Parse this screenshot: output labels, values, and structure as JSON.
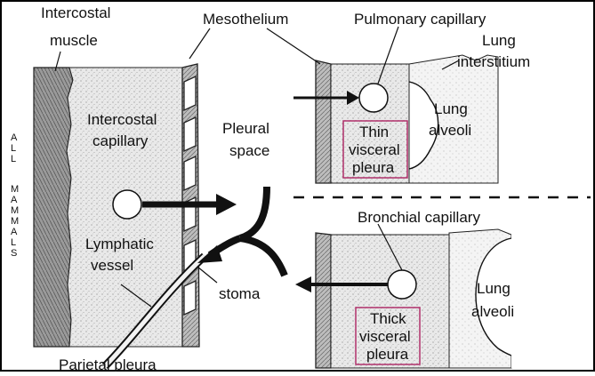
{
  "labels": {
    "intercostal_muscle_1": "Intercostal",
    "intercostal_muscle_2": "muscle",
    "mesothelium": "Mesothelium",
    "pulmonary_capillary": "Pulmonary capillary",
    "lung_interstitium_1": "Lung",
    "lung_interstitium_2": "interstitium",
    "intercostal_capillary_1": "Intercostal",
    "intercostal_capillary_2": "capillary",
    "pleural_space_1": "Pleural",
    "pleural_space_2": "space",
    "thin_visceral_1": "Thin",
    "thin_visceral_2": "visceral",
    "thin_visceral_3": "pleura",
    "lung_alveoli_top_1": "Lung",
    "lung_alveoli_top_2": "alveoli",
    "bronchial_capillary": "Bronchial capillary",
    "lymphatic_vessel_1": "Lymphatic",
    "lymphatic_vessel_2": "vessel",
    "stoma": "stoma",
    "lung_alveoli_bottom_1": "Lung",
    "lung_alveoli_bottom_2": "alveoli",
    "thick_visceral_1": "Thick",
    "thick_visceral_2": "visceral",
    "thick_visceral_3": "pleura",
    "parietal_pleura": "Parietal pleura",
    "all_mammals_1": "A",
    "all_mammals_2": "L",
    "all_mammals_3": "L",
    "all_mammals_4": "M",
    "all_mammals_5": "A",
    "all_mammals_6": "M",
    "all_mammals_7": "M",
    "all_mammals_8": "A",
    "all_mammals_9": "L",
    "all_mammals_10": "S"
  },
  "colors": {
    "box_border": "#b0306a",
    "tissue": "#e4e4e4",
    "ink": "#111111"
  }
}
